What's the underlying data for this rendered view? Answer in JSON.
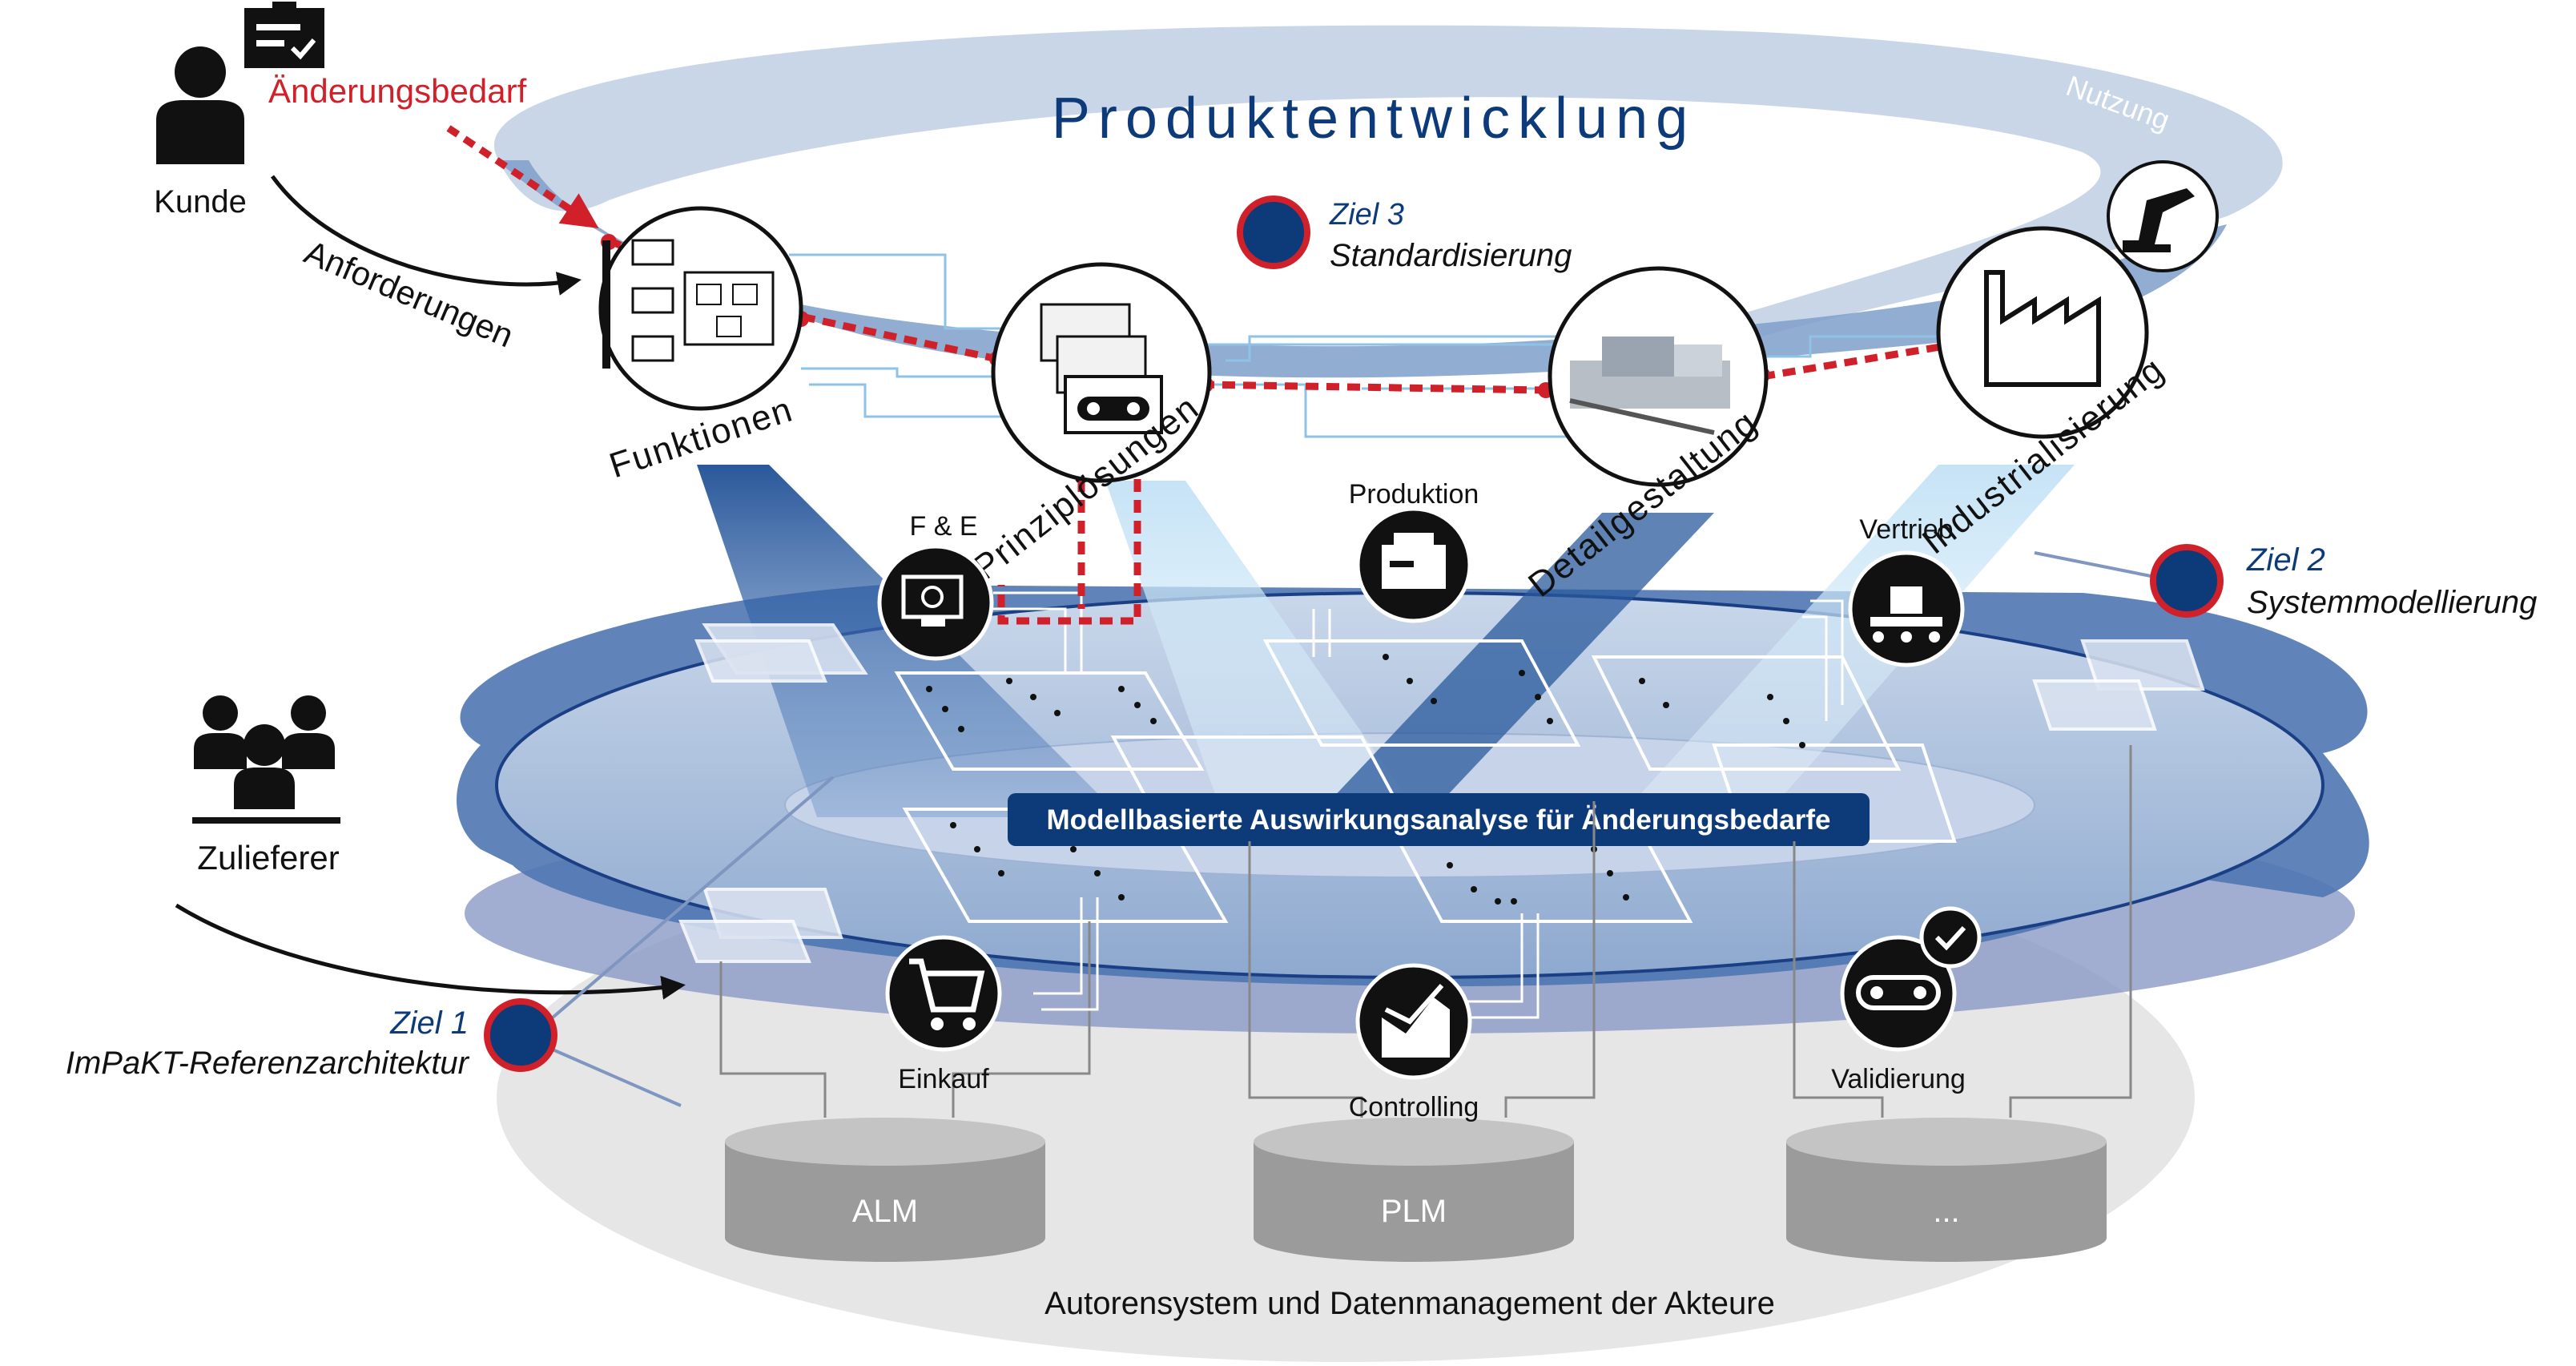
{
  "title": "Produktentwicklung",
  "cycle_label": "Nutzung",
  "stakeholders": {
    "customer": "Kunde",
    "supplier": "Zulieferer",
    "change_need": "Änderungsbedarf",
    "requirements": "Anforderungen"
  },
  "phases": [
    "Funktionen",
    "Prinziplösungen",
    "Detailgestaltung",
    "Industrialisierung"
  ],
  "goals": [
    {
      "label": "Ziel 1",
      "text": "ImPaKT-Referenzarchitektur"
    },
    {
      "label": "Ziel 2",
      "text": "Systemmodellierung"
    },
    {
      "label": "Ziel 3",
      "text": "Standardisierung"
    }
  ],
  "departments": [
    "F & E",
    "Produktion",
    "Vertrieb",
    "Einkauf",
    "Controlling",
    "Validierung"
  ],
  "banner": "Modellbasierte Auswirkungsanalyse für Änderungsbedarfe",
  "databases": [
    "ALM",
    "PLM",
    "..."
  ],
  "footer": "Autorensystem und Datenmanagement der Akteure",
  "colors": {
    "navy": "#0d3a78",
    "blue": "#1f4f95",
    "red": "#d0202a",
    "light_blue": "#9cc9e8",
    "grey": "#e5e5e5",
    "db_grey": "#9b9b9b"
  },
  "icons": [
    "clipboard-icon",
    "customer-icon",
    "supplier-group-icon",
    "monitor-gear-icon",
    "machine-icon",
    "conveyor-icon",
    "cart-icon",
    "chart-icon",
    "crawler-check-icon",
    "robot-arm-icon",
    "factory-icon"
  ]
}
